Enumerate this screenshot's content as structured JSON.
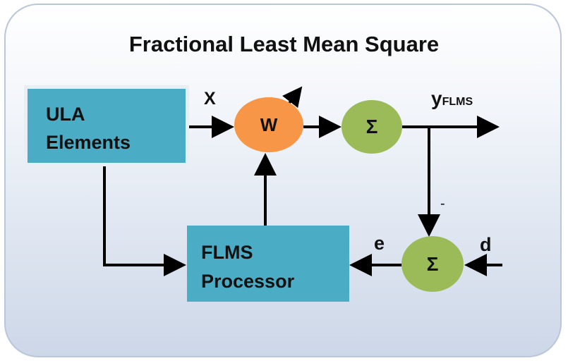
{
  "title": "Fractional Least Mean Square",
  "blocks": {
    "ula": {
      "line1": "ULA",
      "line2": "Elements"
    },
    "flms": {
      "line1": "FLMS",
      "line2": "Processor"
    }
  },
  "nodes": {
    "weight": "W",
    "sum_top": "Σ",
    "sum_bottom": "Σ"
  },
  "signals": {
    "x": "X",
    "y_main": "y",
    "y_sub": "FLMS",
    "minus": "-",
    "d": "d",
    "e": "e"
  },
  "colors": {
    "block": "#4bacc6",
    "weight": "#f79646",
    "summer": "#9bbb59",
    "panel_border": "#b9c6dc"
  }
}
